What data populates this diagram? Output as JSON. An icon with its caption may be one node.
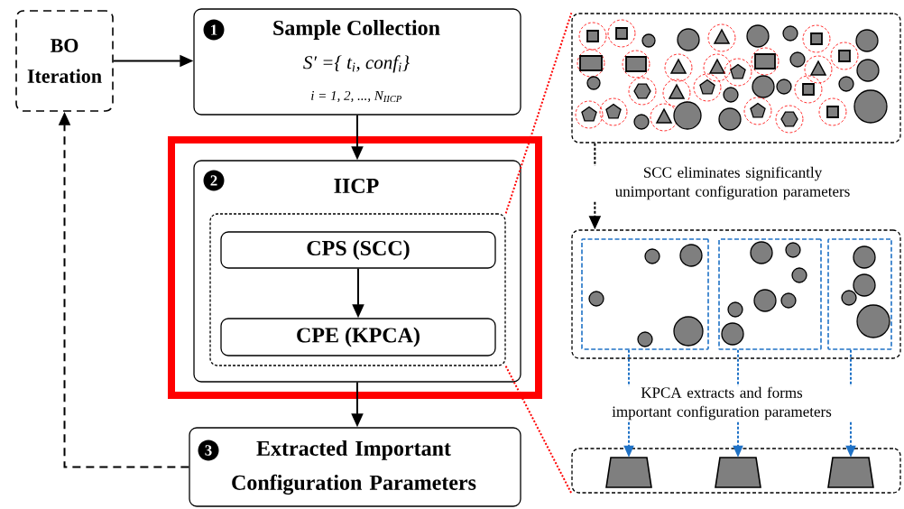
{
  "diagram": {
    "nodes": [
      {
        "text": [
          "BO Iteration"
        ]
      },
      {
        "text": [
          "1",
          "Sample Collection",
          "S′ ={ t$_{i}$, conf$_{i}$}",
          "i = 1, 2, ..., N$_{IICP}$"
        ]
      },
      {
        "text": [
          "2",
          "IICP"
        ]
      },
      {
        "text": [],
        "shape": "box",
        "in": 2
      },
      {
        "text": [
          "CPS (SCC)"
        ],
        "in": 3
      },
      {
        "text": [
          "CPE (KPCA)"
        ],
        "in": 3
      },
      {
        "text": [
          "3",
          "Extracted Important Configuration Parameters"
        ]
      },
      {
        "text": [],
        "shape": "box"
      },
      {
        "text": [],
        "shape": "box"
      },
      {
        "text": [],
        "shape": "box",
        "in": 8
      },
      {
        "text": [],
        "shape": "box",
        "in": 8
      },
      {
        "text": [],
        "shape": "box",
        "in": 8
      },
      {
        "text": [],
        "shape": "box"
      },
      {
        "text": [],
        "shape": "trapezoid",
        "in": 12
      },
      {
        "text": [],
        "shape": "trapezoid",
        "in": 12
      },
      {
        "text": [],
        "shape": "trapezoid",
        "in": 12
      }
    ],
    "edges": [
      {
        "from": 0,
        "to": 1,
        "arrow": "to"
      },
      {
        "from": 1,
        "to": 2,
        "arrow": "to"
      },
      {
        "from": 4,
        "to": 5,
        "arrow": "to"
      },
      {
        "from": 2,
        "to": 6,
        "arrow": "to"
      },
      {
        "from": 6,
        "to": 0,
        "arrow": "to",
        "style": "dashed"
      },
      {
        "from": 7,
        "to": 8,
        "arrow": "to",
        "style": "dashed"
      },
      {
        "from": 9,
        "to": 13,
        "arrow": "to",
        "style": "dashed",
        "color": "#1f72c6"
      },
      {
        "from": 10,
        "to": 14,
        "arrow": "to",
        "style": "dashed",
        "color": "#1f72c6"
      },
      {
        "from": 11,
        "to": 15,
        "arrow": "to",
        "style": "dashed",
        "color": "#1f72c6"
      },
      {
        "from": 3,
        "to": 7,
        "arrow": "none",
        "style": "dashed",
        "color": "#ff0000"
      },
      {
        "from": 3,
        "to": 12,
        "arrow": "none",
        "style": "dashed",
        "color": "#ff0000"
      }
    ],
    "labels": [
      "SCC eliminates significantly unimportant configuration parameters",
      "KPCA extracts and forms important configuration parameters"
    ]
  }
}
